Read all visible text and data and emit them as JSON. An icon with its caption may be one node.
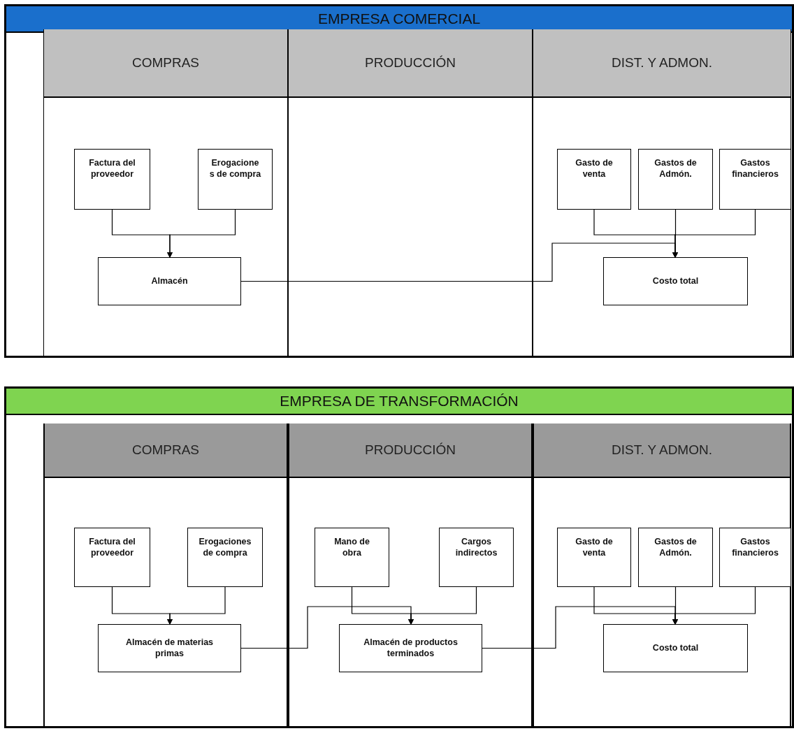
{
  "diagram": {
    "nodes": [
      {
        "text": [
          "EMPRESA COMERCIAL"
        ]
      },
      {
        "text": [
          "COMPRAS"
        ],
        "in": 0
      },
      {
        "text": [
          "PRODUCCIÓN"
        ],
        "in": 0
      },
      {
        "text": [
          "DIST. Y ADMON."
        ],
        "in": 0
      },
      {
        "text": [
          "Factura del proveedor"
        ],
        "in": 0
      },
      {
        "text": [
          "Erogacione s de compra"
        ],
        "in": 0
      },
      {
        "text": [
          "Almacén"
        ],
        "in": 0
      },
      {
        "text": [
          "Gasto de venta"
        ],
        "in": 0
      },
      {
        "text": [
          "Gastos de Admón."
        ],
        "in": 0
      },
      {
        "text": [
          "Gastos financieros"
        ],
        "in": 0
      },
      {
        "text": [
          "Costo total"
        ],
        "in": 0
      },
      {
        "text": [
          "EMPRESA DE TRANSFORMACIÓN"
        ]
      },
      {
        "text": [
          "COMPRAS"
        ],
        "in": 11
      },
      {
        "text": [
          "PRODUCCIÓN"
        ],
        "in": 11
      },
      {
        "text": [
          "DIST. Y ADMON."
        ],
        "in": 11
      },
      {
        "text": [
          "Factura del proveedor"
        ],
        "in": 11
      },
      {
        "text": [
          "Erogaciones de compra"
        ],
        "in": 11
      },
      {
        "text": [
          "Almacén de materias primas"
        ],
        "in": 11
      },
      {
        "text": [
          "Mano de obra"
        ],
        "in": 11
      },
      {
        "text": [
          "Cargos indirectos"
        ],
        "in": 11
      },
      {
        "text": [
          "Almacén de productos terminados"
        ],
        "in": 11
      },
      {
        "text": [
          "Gasto de venta"
        ],
        "in": 11
      },
      {
        "text": [
          "Gastos de Admón."
        ],
        "in": 11
      },
      {
        "text": [
          "Gastos financieros"
        ],
        "in": 11
      },
      {
        "text": [
          "Costo total"
        ],
        "in": 11
      }
    ],
    "edges": [
      {
        "from": 4,
        "to": 6,
        "arrow": "to"
      },
      {
        "from": 5,
        "to": 6,
        "arrow": "to"
      },
      {
        "from": 6,
        "to": 10,
        "arrow": "to"
      },
      {
        "from": 7,
        "to": 10,
        "arrow": "to"
      },
      {
        "from": 8,
        "to": 10,
        "arrow": "to"
      },
      {
        "from": 9,
        "to": 10,
        "arrow": "to"
      },
      {
        "from": 15,
        "to": 17,
        "arrow": "to"
      },
      {
        "from": 16,
        "to": 17,
        "arrow": "to"
      },
      {
        "from": 17,
        "to": 20,
        "arrow": "to"
      },
      {
        "from": 18,
        "to": 20,
        "arrow": "to"
      },
      {
        "from": 19,
        "to": 20,
        "arrow": "to"
      },
      {
        "from": 20,
        "to": 24,
        "arrow": "to"
      },
      {
        "from": 21,
        "to": 24,
        "arrow": "to"
      },
      {
        "from": 22,
        "to": 24,
        "arrow": "to"
      },
      {
        "from": 23,
        "to": 24,
        "arrow": "to"
      }
    ]
  }
}
